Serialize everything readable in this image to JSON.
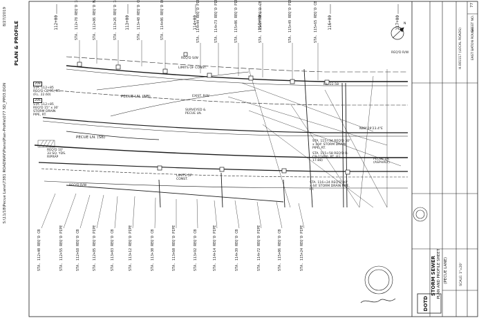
{
  "header": {
    "left_text": "S:\\11/18\\Pecue Lane\\7381 ROADWAY\\Plans\\Plan-Profile\\077 SD_PP03.DGN",
    "left_date": "8/27/2019",
    "left_sheet": "PLAN & PROFILE"
  },
  "stations": [
    "112+00",
    "113+00",
    "114+00",
    "115+00",
    "116+00",
    "117+00"
  ],
  "lines": {
    "pecue_ln_top": "PECUE LN. (NB)",
    "pecue_ln_bottom": "PECUE LN. (SB)",
    "exist_rw": "EXIST. R/W",
    "surveyed": "SURVEYED & PECUE LN.",
    "reqd_sw": "REQ'D S/W",
    "limits_top": "LIMITS OF CONST.",
    "limits_bottom": "LIMITS OF CONST.",
    "reqd_rw_left": "REQ'D R/W",
    "reqd_rw_right": "REQ'D R/W",
    "pecue_asphalt": "PECUE LN. (ASPHALT)",
    "bearing": "N88°19'23.4\"E",
    "reqd_10": "REQ'D 10' 33 SQ. YDS. RIPRAP",
    "fl": "F.L. 22.58"
  },
  "callouts_top": [
    "STA. 112+78 REQ'D 18\" RCP",
    "STA. 112+86 REQ'D MANHOLE",
    "STA. 113+26 REQ'D 18\" RCP",
    "STA. 113+48 REQ'D CB",
    "STA. 114+06 REQ'D DRAIN PIPE",
    "STA. 114+44 REQ'D PIPE",
    "STA. 114+73 REQ'D PIPE",
    "STA. 115+06 REQ'D PIPE",
    "STA. 115+27 REQ'D CB",
    "STA. 115+49 REQ'D PIPE",
    "STA. 115+65 REQ'D CB"
  ],
  "callouts_bottom": [
    "STA. 112+40 REQ'D CB",
    "STA. 112+55 REQ'D PIPE",
    "STA. 112+68 REQ'D CB",
    "STA. 112+85 REQ'D PIPE",
    "STA. 113+03 REQ'D CB",
    "STA. 113+12 REQ'D PIPE",
    "STA. 113+30 REQ'D CB",
    "STA. 113+60 REQ'D PIPE",
    "STA. 113+92 REQ'D CB",
    "STA. 114+14 REQ'D PIPE",
    "STA. 114+39 REQ'D CB",
    "STA. 114+72 REQ'D PIPE",
    "STA. 115+06 REQ'D CB",
    "STA. 115+24 REQ'D PIPE"
  ],
  "left_notes": {
    "a_num": "208",
    "a_text": "STA. 112+85 REQ'D CB-05, RT. (F.L. 22.60)",
    "b_num": "206",
    "b_text": "STA. 112+85 REQ'D 15\" x 30' STORM DRAIN PIPE, RT."
  },
  "right_notes": {
    "a_text": "STA. 115+34 REQ'D 30\" x 104' STORM DRAIN PIPE, RT.",
    "b_text": "STA. 115+58 REQ'D R-CB-11400, RT. (F.L. 17.88)",
    "c_text": "STA. 116+24 REQ'D 30\" x 44' STORM DRAIN PIPE, RT."
  },
  "title_block": {
    "sheet_no": "77",
    "project_city": "EAST BATON ROUGE",
    "project_no": "H.001117 (LOCAL ROADS)",
    "main_title": "STORM SEWER",
    "sub_title": "PLAN AND PROFILE SHEET",
    "road": "(PECUE LANE)",
    "agency": "DOTD",
    "scale": "SCALE: 1\"=20'",
    "sheet_label": "SHEET NO."
  },
  "north_arrow": "N",
  "colors": {
    "line": "#1a1a1a",
    "paper": "#ffffff",
    "grid": "#888888"
  }
}
